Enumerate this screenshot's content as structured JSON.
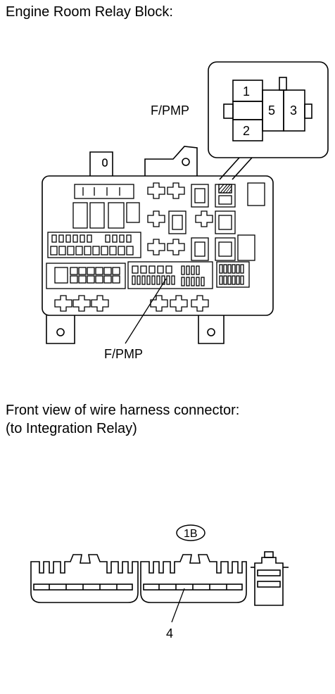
{
  "relay_block": {
    "title": "Engine Room Relay Block:",
    "fuse_label_top": "F/PMP",
    "fuse_label_bottom": "F/PMP",
    "relay_terminals": {
      "t1": "1",
      "t2": "2",
      "t3": "3",
      "t5": "5"
    }
  },
  "connector": {
    "title_line1": "Front view of wire harness connector:",
    "title_line2": "(to Integration Relay)",
    "code": "1B",
    "pin_label": "4"
  }
}
